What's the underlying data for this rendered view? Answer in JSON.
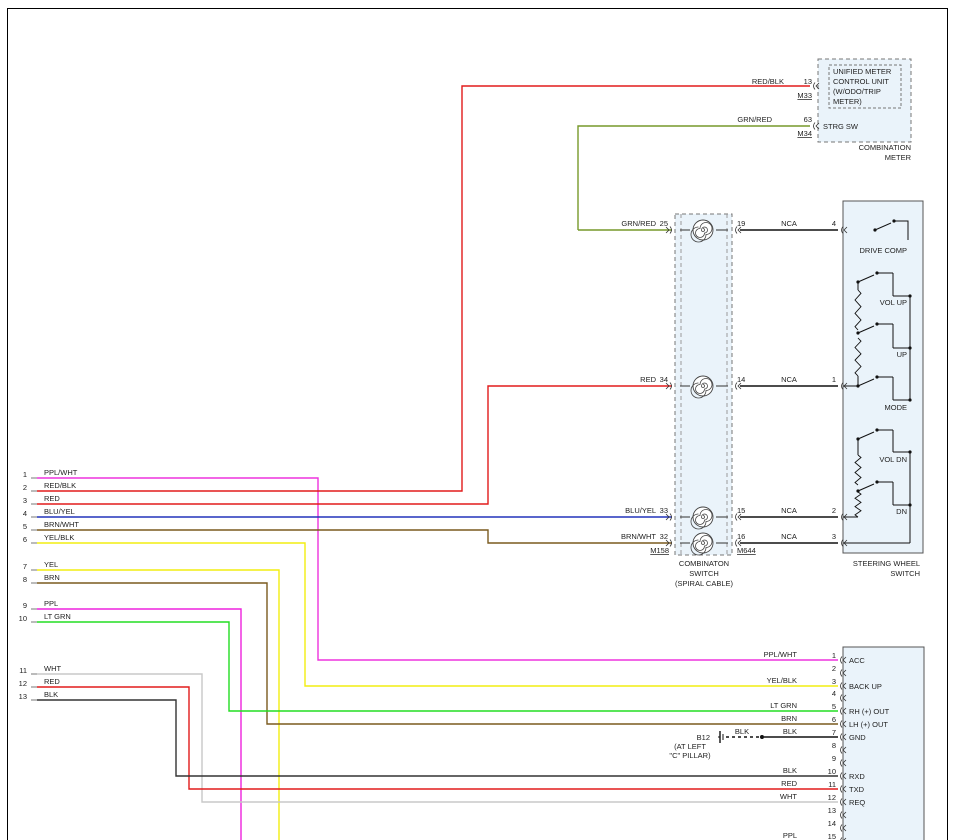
{
  "left_connector": {
    "pins": [
      {
        "num": "1",
        "wire": "PPL/WHT"
      },
      {
        "num": "2",
        "wire": "RED/BLK"
      },
      {
        "num": "3",
        "wire": "RED"
      },
      {
        "num": "4",
        "wire": "BLU/YEL"
      },
      {
        "num": "5",
        "wire": "BRN/WHT"
      },
      {
        "num": "6",
        "wire": "YEL/BLK"
      },
      {
        "num": "7",
        "wire": "YEL"
      },
      {
        "num": "8",
        "wire": "BRN"
      },
      {
        "num": "9",
        "wire": "PPL"
      },
      {
        "num": "10",
        "wire": "LT GRN"
      },
      {
        "num": "11",
        "wire": "WHT"
      },
      {
        "num": "12",
        "wire": "RED"
      },
      {
        "num": "13",
        "wire": "BLK"
      }
    ]
  },
  "combination_meter": {
    "unit_label": [
      "UNIFIED METER",
      "CONTROL UNIT",
      "(W/ODO/TRIP",
      "METER)"
    ],
    "strg_label": "STRG SW",
    "title": [
      "COMBINATION",
      "METER"
    ],
    "wire1": "RED/BLK",
    "pin1": "13",
    "conn1": "M33",
    "wire2": "GRN/RED",
    "pin2": "63",
    "conn2": "M34"
  },
  "combination_switch": {
    "title": [
      "COMBINATON",
      "SWITCH",
      "(SPIRAL CABLE)"
    ],
    "conn_left": "M158",
    "conn_right": "M644",
    "rows": [
      {
        "wire_in": "GRN/RED",
        "pin_in": "25",
        "pin_out": "19",
        "wire_out": "NCA",
        "pin_sw": "4"
      },
      {
        "wire_in": "RED",
        "pin_in": "34",
        "pin_out": "14",
        "wire_out": "NCA",
        "pin_sw": "1"
      },
      {
        "wire_in": "BLU/YEL",
        "pin_in": "33",
        "pin_out": "15",
        "wire_out": "NCA",
        "pin_sw": "2"
      },
      {
        "wire_in": "BRN/WHT",
        "pin_in": "32",
        "pin_out": "16",
        "wire_out": "NCA",
        "pin_sw": "3"
      }
    ]
  },
  "steering_wheel_switch": {
    "title": [
      "STEERING WHEEL",
      "SWITCH"
    ],
    "switches": [
      "DRIVE COMP",
      "VOL UP",
      "UP",
      "MODE",
      "VOL DN",
      "DN"
    ]
  },
  "audio_unit": {
    "pins": [
      {
        "num": "1",
        "wire": "PPL/WHT",
        "func": "ACC"
      },
      {
        "num": "2",
        "wire": "",
        "func": ""
      },
      {
        "num": "3",
        "wire": "YEL/BLK",
        "func": "BACK UP"
      },
      {
        "num": "4",
        "wire": "",
        "func": ""
      },
      {
        "num": "5",
        "wire": "LT GRN",
        "func": "RH (+) OUT"
      },
      {
        "num": "6",
        "wire": "BRN",
        "func": "LH (+) OUT"
      },
      {
        "num": "7",
        "wire": "BLK",
        "func": "GND"
      },
      {
        "num": "8",
        "wire": "",
        "func": ""
      },
      {
        "num": "9",
        "wire": "",
        "func": ""
      },
      {
        "num": "10",
        "wire": "BLK",
        "func": "RXD"
      },
      {
        "num": "11",
        "wire": "RED",
        "func": "TXD"
      },
      {
        "num": "12",
        "wire": "WHT",
        "func": "REQ"
      },
      {
        "num": "13",
        "wire": "",
        "func": ""
      },
      {
        "num": "14",
        "wire": "",
        "func": ""
      },
      {
        "num": "15",
        "wire": "PPL",
        "func": ""
      }
    ]
  },
  "ground": {
    "label": "B12",
    "location": [
      "(AT LEFT",
      "\"C\" PILLAR)"
    ],
    "wire": "BLK"
  },
  "colors": {
    "ppl_wht": "#ee33dd",
    "red": "#e21b1b",
    "blu_yel": "#2233bb",
    "brn": "#7a5a1e",
    "yel": "#f2ee10",
    "ppl": "#ee22dd",
    "lt_grn": "#22dd22",
    "wht": "#c8c8c8",
    "blk": "#333333",
    "grn_red": "#77992a",
    "nca": "#111111",
    "component_fill": "#eaf3fa"
  }
}
